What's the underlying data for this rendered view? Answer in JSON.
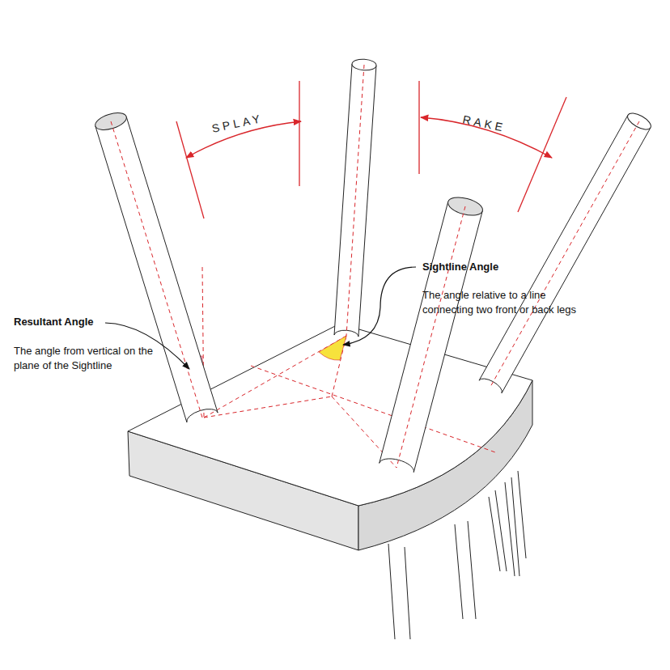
{
  "diagram": {
    "labels": [
      "SPLAY",
      "RAKE",
      "Sightline Angle",
      "The angle relative to a line connecting two front or back legs",
      "Resultant Angle",
      "The angle from vertical on the plane of the Sightline"
    ]
  }
}
